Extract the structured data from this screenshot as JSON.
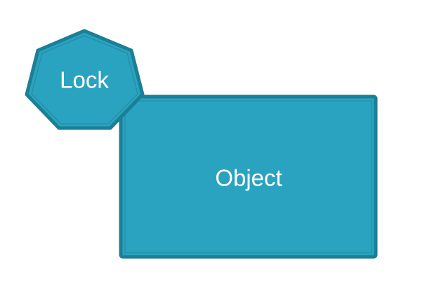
{
  "diagram": {
    "colors": {
      "fill": "#2aa3c0",
      "border": "#1b7f96",
      "inner_border": "#2591aa",
      "text": "#ffffff",
      "background": "#ffffff"
    },
    "nodes": {
      "object": {
        "shape": "rectangle",
        "label": "Object"
      },
      "lock": {
        "shape": "heptagon",
        "label": "Lock"
      }
    }
  }
}
